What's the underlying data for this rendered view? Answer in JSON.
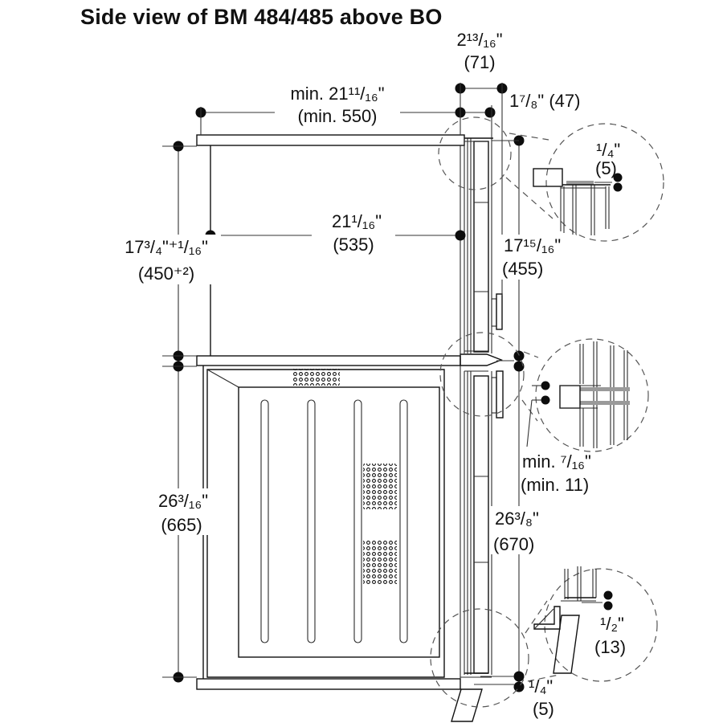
{
  "title": "Side view of BM 484/485 above BO",
  "labels": {
    "offset_71": {
      "in": "2¹³/₁₆\"",
      "mm": "(71)"
    },
    "depth_47": {
      "in": "1⁷/₈\" (47)"
    },
    "depth_550": {
      "in": "min. 21¹¹/₁₆\"",
      "mm": "(min. 550)"
    },
    "depth_535": {
      "in": "21¹/₁₆\"",
      "mm": "(535)"
    },
    "height_450": {
      "in": "17³/₄\"⁺¹/₁₆\"",
      "mm": "(450⁺²)"
    },
    "height_455": {
      "in": "17¹⁵/₁₆\"",
      "mm": "(455)"
    },
    "height_665": {
      "in": "26³/₁₆\"",
      "mm": "(665)"
    },
    "height_670": {
      "in": "26³/₈\"",
      "mm": "(670)"
    },
    "gap_11": {
      "in": "min. ⁷/₁₆\"",
      "mm": "(min. 11)"
    },
    "gap_5_top": {
      "in": "¹/₄\"",
      "mm": "(5)"
    },
    "overlap_13": {
      "in": "¹/₂\"",
      "mm": "(13)"
    },
    "gap_5_bottom": {
      "in": "¹/₄\"",
      "mm": "(5)"
    }
  }
}
